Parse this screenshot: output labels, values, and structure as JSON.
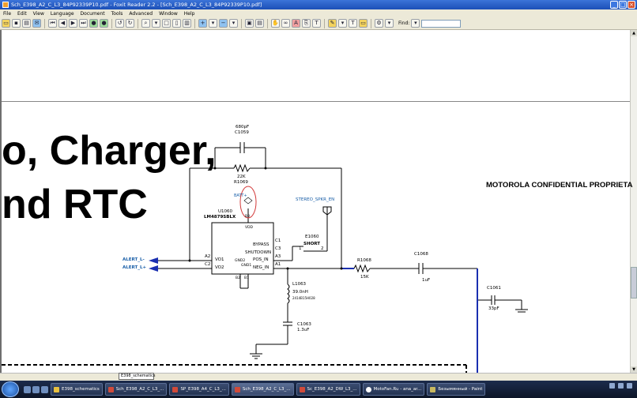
{
  "window": {
    "title": "Sch_E398_A2_C_L3_84P92339P10.pdf - Foxit Reader 2.2 - [Sch_E398_A2_C_L3_84P92339P10.pdf]"
  },
  "menu": [
    "File",
    "Edit",
    "View",
    "Language",
    "Document",
    "Tools",
    "Advanced",
    "Window",
    "Help"
  ],
  "toolbar": {
    "find_label": "Find:",
    "find_value": ""
  },
  "document": {
    "title_line1": "o, Charger,",
    "title_line2": "nd RTC",
    "confidential": "MOTOROLA CONFIDENTIAL PROPRIETA"
  },
  "schematic": {
    "cap_top_value": "680pF",
    "cap_top_ref": "C1059",
    "res_top_value": "22K",
    "res_top_ref": "R1069",
    "batt_label": "BATT+",
    "ic_ref": "U1060",
    "ic_part": "LM4879SBLX",
    "ic_vdd": "VDD",
    "ic_b3": "B3",
    "pin_a2": "A2",
    "pin_c2": "C2",
    "pin_vo1": "VO1",
    "pin_vo2": "VO2",
    "pin_c1": "C1",
    "pin_c3": "C3",
    "pin_a3": "A3",
    "pin_a1": "A1",
    "sig_bypass": "BYPASS",
    "sig_shutdown": "SHUTDOWN",
    "sig_pos_in": "POS_IN",
    "sig_neg_in": "NEG_IN",
    "gnd1": "GND1",
    "gnd2": "GND2",
    "pin_b2": "B2",
    "pin_b1": "B1",
    "alert_minus": "ALERT_L-",
    "alert_plus": "ALERT_L+",
    "stereo_label": "STEREO_SPKR_EN",
    "short_ref": "E1060",
    "short_label": "SHORT",
    "short_pin1": "1",
    "short_pin2": "2",
    "res2_ref": "R1068",
    "res2_value": "15K",
    "cap2_ref": "C1068",
    "cap2_value": "1uF",
    "ind_ref": "L1063",
    "ind_value": "39.0nH",
    "ind_part": "2414B15H028",
    "cap3_ref": "C1063",
    "cap3_value": "1.3uF",
    "cap4_ref": "C1061",
    "cap4_value": "33pF"
  },
  "page_tab": "E398_schematics",
  "taskbar": {
    "tasks": [
      {
        "label": "E398_schematics",
        "color": "#e8c040"
      },
      {
        "label": "Sch_E398_A2_C_L3_...",
        "color": "#d04a3a"
      },
      {
        "label": "SP_E398_A4_C_L3_...",
        "color": "#d04a3a"
      },
      {
        "label": "Sch_E398_A2_C_L3_...",
        "color": "#d04a3a"
      },
      {
        "label": "Sc_E398_A2_DW_L3_...",
        "color": "#d04a3a"
      },
      {
        "label": "MotoFan.Ru - ana_ar...",
        "color": "#ffffff"
      },
      {
        "label": "Безымянный - Paint",
        "color": "#c8b860"
      }
    ],
    "clock_time": "",
    "clock_date": ""
  },
  "colors": {
    "wire": "#000000",
    "bus": "#1a2fb0",
    "net_label": "#1a5fa8",
    "highlight_circle": "#d23a3a"
  }
}
